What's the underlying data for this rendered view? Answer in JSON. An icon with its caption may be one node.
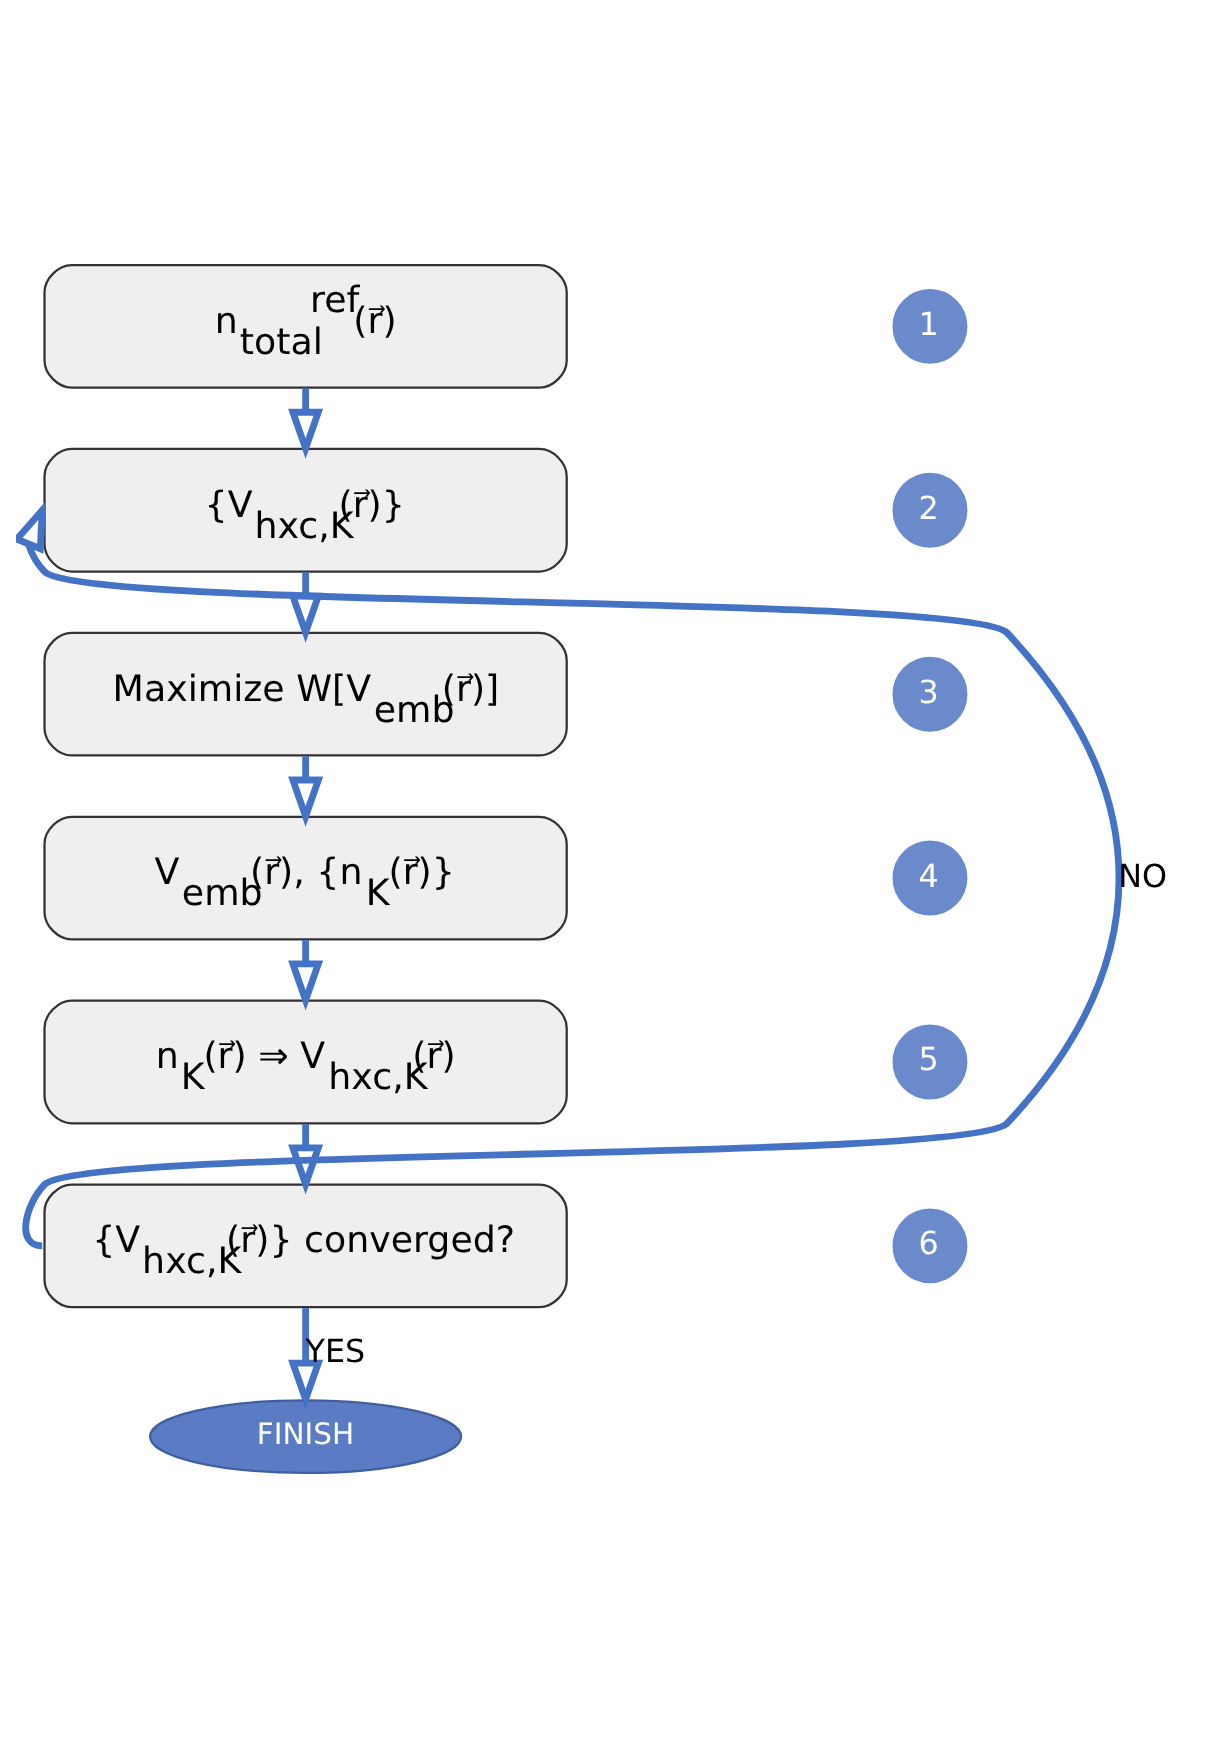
{
  "diagram": {
    "nodes": [
      {
        "text": [
          "n$_{total}$$^{ref}$(r⃗)"
        ]
      },
      {
        "text": [
          "1"
        ]
      },
      {
        "text": [
          "{V$_{hxc,K}$(r⃗)}"
        ]
      },
      {
        "text": [
          "2"
        ]
      },
      {
        "text": [
          "Maximize W[V$_{emb}$(r⃗)]"
        ]
      },
      {
        "text": [
          "3"
        ]
      },
      {
        "text": [
          "V$_{emb}$(r⃗), {n$_{K}$(r⃗)}"
        ]
      },
      {
        "text": [
          "4"
        ]
      },
      {
        "text": [
          "n$_{K}$(r⃗) ⇒ V$_{hxc,K}$(r⃗)"
        ]
      },
      {
        "text": [
          "5"
        ]
      },
      {
        "text": [
          "{V$_{hxc,K}$(r⃗)} converged?"
        ]
      },
      {
        "text": [
          "6"
        ]
      },
      {
        "text": [
          "FINISH"
        ]
      }
    ],
    "edges": [
      {
        "from": 0,
        "to": 2,
        "arrow": "to"
      },
      {
        "from": 2,
        "to": 4,
        "arrow": "to"
      },
      {
        "from": 4,
        "to": 6,
        "arrow": "to"
      },
      {
        "from": 6,
        "to": 8,
        "arrow": "to"
      },
      {
        "from": 8,
        "to": 10,
        "arrow": "to"
      },
      {
        "from": 10,
        "to": 12,
        "arrow": "to",
        "label": "YES"
      },
      {
        "from": 10,
        "to": 2,
        "arrow": "to",
        "label": "NO"
      }
    ]
  }
}
